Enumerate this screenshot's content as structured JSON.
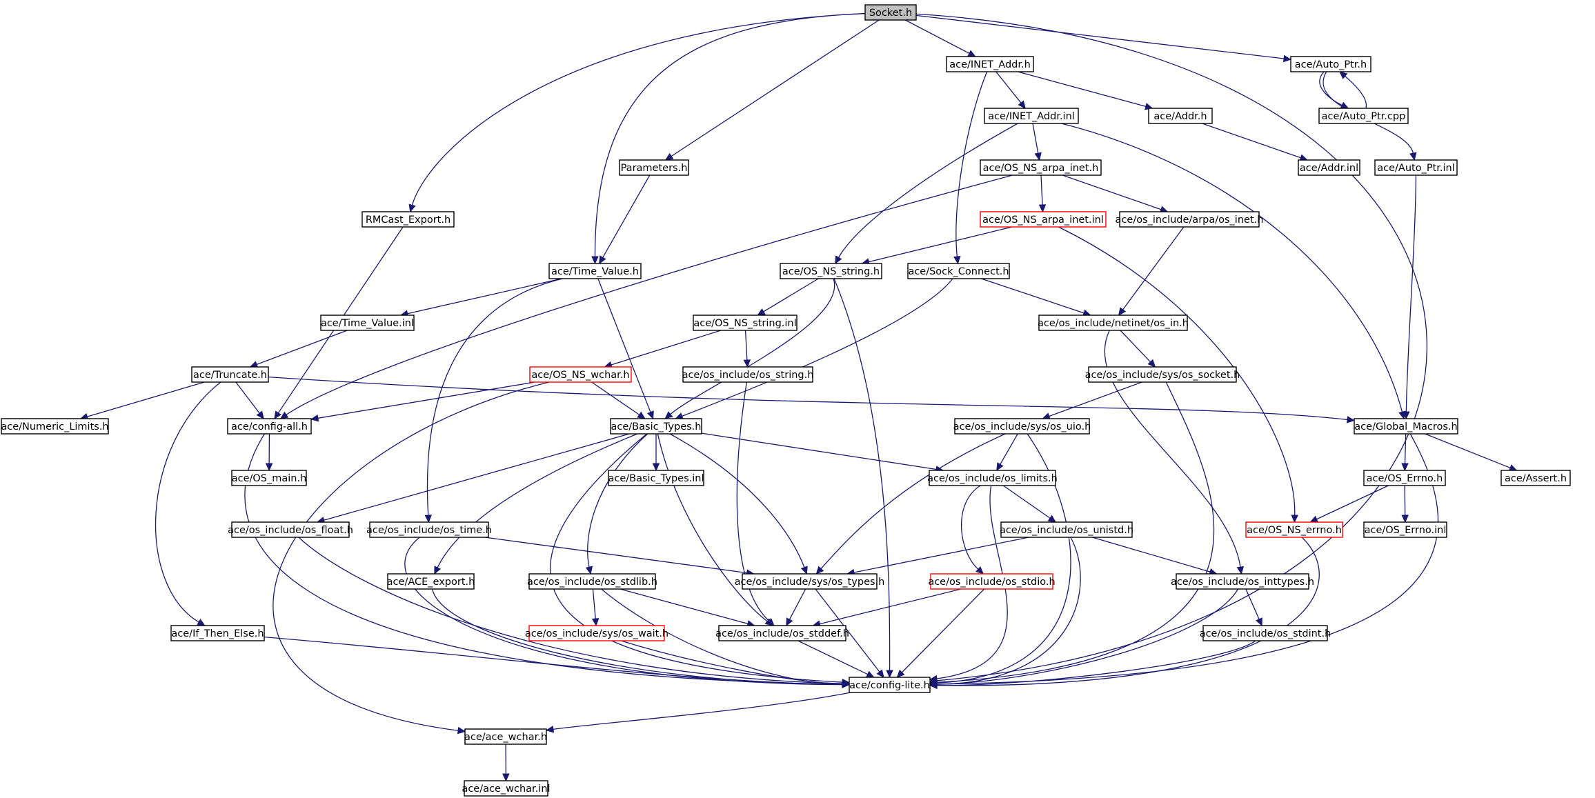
{
  "colors": {
    "edge": "#191970",
    "node_border": "#000000",
    "node_border_truncated": "#ff0000",
    "root_fill": "#bfbfbf",
    "node_fill": "#ffffff"
  },
  "nodes": [
    {
      "id": "socket_h",
      "label": "Socket.h"
    },
    {
      "id": "inet_addr_h",
      "label": "ace/INET_Addr.h"
    },
    {
      "id": "auto_ptr_h",
      "label": "ace/Auto_Ptr.h"
    },
    {
      "id": "inet_addr_inl",
      "label": "ace/INET_Addr.inl"
    },
    {
      "id": "addr_h",
      "label": "ace/Addr.h"
    },
    {
      "id": "auto_ptr_cpp",
      "label": "ace/Auto_Ptr.cpp"
    },
    {
      "id": "parameters_h",
      "label": "Parameters.h"
    },
    {
      "id": "os_ns_arpa_inet_h",
      "label": "ace/OS_NS_arpa_inet.h"
    },
    {
      "id": "addr_inl",
      "label": "ace/Addr.inl"
    },
    {
      "id": "auto_ptr_inl",
      "label": "ace/Auto_Ptr.inl"
    },
    {
      "id": "rmcast_export_h",
      "label": "RMCast_Export.h"
    },
    {
      "id": "os_ns_arpa_inet_inl",
      "label": "ace/OS_NS_arpa_inet.inl"
    },
    {
      "id": "arpa_os_inet_h",
      "label": "ace/os_include/arpa/os_inet.h"
    },
    {
      "id": "time_value_h",
      "label": "ace/Time_Value.h"
    },
    {
      "id": "os_ns_string_h",
      "label": "ace/OS_NS_string.h"
    },
    {
      "id": "sock_connect_h",
      "label": "ace/Sock_Connect.h"
    },
    {
      "id": "time_value_inl",
      "label": "ace/Time_Value.inl"
    },
    {
      "id": "os_ns_string_inl",
      "label": "ace/OS_NS_string.inl"
    },
    {
      "id": "netinet_os_in_h",
      "label": "ace/os_include/netinet/os_in.h"
    },
    {
      "id": "truncate_h",
      "label": "ace/Truncate.h"
    },
    {
      "id": "os_ns_wchar_h",
      "label": "ace/OS_NS_wchar.h"
    },
    {
      "id": "os_string_h",
      "label": "ace/os_include/os_string.h"
    },
    {
      "id": "sys_os_socket_h",
      "label": "ace/os_include/sys/os_socket.h"
    },
    {
      "id": "numeric_limits_h",
      "label": "ace/Numeric_Limits.h"
    },
    {
      "id": "config_all_h",
      "label": "ace/config-all.h"
    },
    {
      "id": "basic_types_h",
      "label": "ace/Basic_Types.h"
    },
    {
      "id": "sys_os_uio_h",
      "label": "ace/os_include/sys/os_uio.h"
    },
    {
      "id": "global_macros_h",
      "label": "ace/Global_Macros.h"
    },
    {
      "id": "os_main_h",
      "label": "ace/OS_main.h"
    },
    {
      "id": "basic_types_inl",
      "label": "ace/Basic_Types.inl"
    },
    {
      "id": "os_limits_h",
      "label": "ace/os_include/os_limits.h"
    },
    {
      "id": "os_errno_h",
      "label": "ace/OS_Errno.h"
    },
    {
      "id": "assert_h",
      "label": "ace/Assert.h"
    },
    {
      "id": "os_float_h",
      "label": "ace/os_include/os_float.h"
    },
    {
      "id": "os_time_h",
      "label": "ace/os_include/os_time.h"
    },
    {
      "id": "os_unistd_h",
      "label": "ace/os_include/os_unistd.h"
    },
    {
      "id": "os_ns_errno_h",
      "label": "ace/OS_NS_errno.h"
    },
    {
      "id": "os_errno_inl",
      "label": "ace/OS_Errno.inl"
    },
    {
      "id": "ace_export_h",
      "label": "ace/ACE_export.h"
    },
    {
      "id": "os_stdlib_h",
      "label": "ace/os_include/os_stdlib.h"
    },
    {
      "id": "sys_os_types_h",
      "label": "ace/os_include/sys/os_types.h"
    },
    {
      "id": "os_stdio_h",
      "label": "ace/os_include/os_stdio.h"
    },
    {
      "id": "os_inttypes_h",
      "label": "ace/os_include/os_inttypes.h"
    },
    {
      "id": "if_then_else_h",
      "label": "ace/If_Then_Else.h"
    },
    {
      "id": "sys_os_wait_h",
      "label": "ace/os_include/sys/os_wait.h"
    },
    {
      "id": "os_stddef_h",
      "label": "ace/os_include/os_stddef.h"
    },
    {
      "id": "os_stdint_h",
      "label": "ace/os_include/os_stdint.h"
    },
    {
      "id": "config_lite_h",
      "label": "ace/config-lite.h"
    },
    {
      "id": "ace_wchar_h",
      "label": "ace/ace_wchar.h"
    },
    {
      "id": "ace_wchar_inl",
      "label": "ace/ace_wchar.inl"
    }
  ],
  "edges": [
    [
      "socket_h",
      "inet_addr_h"
    ],
    [
      "socket_h",
      "auto_ptr_h"
    ],
    [
      "socket_h",
      "parameters_h"
    ],
    [
      "socket_h",
      "rmcast_export_h"
    ],
    [
      "socket_h",
      "time_value_h"
    ],
    [
      "socket_h",
      "config_lite_h"
    ],
    [
      "inet_addr_h",
      "inet_addr_inl"
    ],
    [
      "inet_addr_h",
      "addr_h"
    ],
    [
      "inet_addr_h",
      "sock_connect_h"
    ],
    [
      "auto_ptr_h",
      "auto_ptr_cpp"
    ],
    [
      "auto_ptr_cpp",
      "auto_ptr_h"
    ],
    [
      "auto_ptr_h",
      "auto_ptr_inl"
    ],
    [
      "inet_addr_inl",
      "os_ns_arpa_inet_h"
    ],
    [
      "inet_addr_inl",
      "os_ns_string_h"
    ],
    [
      "inet_addr_inl",
      "global_macros_h"
    ],
    [
      "addr_h",
      "addr_inl"
    ],
    [
      "auto_ptr_inl",
      "global_macros_h"
    ],
    [
      "parameters_h",
      "time_value_h"
    ],
    [
      "rmcast_export_h",
      "config_all_h"
    ],
    [
      "os_ns_arpa_inet_h",
      "os_ns_arpa_inet_inl"
    ],
    [
      "os_ns_arpa_inet_h",
      "arpa_os_inet_h"
    ],
    [
      "os_ns_arpa_inet_h",
      "config_all_h"
    ],
    [
      "os_ns_arpa_inet_inl",
      "os_ns_string_h"
    ],
    [
      "os_ns_arpa_inet_inl",
      "os_ns_errno_h"
    ],
    [
      "arpa_os_inet_h",
      "netinet_os_in_h"
    ],
    [
      "time_value_h",
      "time_value_inl"
    ],
    [
      "time_value_h",
      "basic_types_h"
    ],
    [
      "time_value_h",
      "os_time_h"
    ],
    [
      "os_ns_string_h",
      "os_ns_string_inl"
    ],
    [
      "os_ns_string_h",
      "basic_types_h"
    ],
    [
      "os_ns_string_h",
      "config_lite_h"
    ],
    [
      "sock_connect_h",
      "netinet_os_in_h"
    ],
    [
      "sock_connect_h",
      "basic_types_h"
    ],
    [
      "time_value_inl",
      "truncate_h"
    ],
    [
      "os_ns_string_inl",
      "os_ns_wchar_h"
    ],
    [
      "os_ns_string_inl",
      "os_string_h"
    ],
    [
      "netinet_os_in_h",
      "sys_os_socket_h"
    ],
    [
      "netinet_os_in_h",
      "os_inttypes_h"
    ],
    [
      "truncate_h",
      "numeric_limits_h"
    ],
    [
      "truncate_h",
      "config_all_h"
    ],
    [
      "truncate_h",
      "global_macros_h"
    ],
    [
      "truncate_h",
      "if_then_else_h"
    ],
    [
      "os_ns_wchar_h",
      "basic_types_h"
    ],
    [
      "os_ns_wchar_h",
      "config_all_h"
    ],
    [
      "os_ns_wchar_h",
      "ace_wchar_h"
    ],
    [
      "os_string_h",
      "os_stddef_h"
    ],
    [
      "sys_os_socket_h",
      "sys_os_uio_h"
    ],
    [
      "sys_os_socket_h",
      "config_lite_h"
    ],
    [
      "config_all_h",
      "os_main_h"
    ],
    [
      "config_all_h",
      "config_lite_h"
    ],
    [
      "basic_types_h",
      "basic_types_inl"
    ],
    [
      "basic_types_h",
      "os_limits_h"
    ],
    [
      "basic_types_h",
      "os_float_h"
    ],
    [
      "basic_types_h",
      "ace_export_h"
    ],
    [
      "basic_types_h",
      "os_stdlib_h"
    ],
    [
      "basic_types_h",
      "sys_os_types_h"
    ],
    [
      "basic_types_h",
      "os_stddef_h"
    ],
    [
      "basic_types_h",
      "config_lite_h"
    ],
    [
      "sys_os_uio_h",
      "os_limits_h"
    ],
    [
      "sys_os_uio_h",
      "sys_os_types_h"
    ],
    [
      "sys_os_uio_h",
      "config_lite_h"
    ],
    [
      "global_macros_h",
      "os_errno_h"
    ],
    [
      "global_macros_h",
      "assert_h"
    ],
    [
      "global_macros_h",
      "config_lite_h"
    ],
    [
      "os_limits_h",
      "os_unistd_h"
    ],
    [
      "os_limits_h",
      "os_stdio_h"
    ],
    [
      "os_limits_h",
      "config_lite_h"
    ],
    [
      "os_errno_h",
      "os_ns_errno_h"
    ],
    [
      "os_errno_h",
      "os_errno_inl"
    ],
    [
      "os_float_h",
      "config_lite_h"
    ],
    [
      "os_time_h",
      "sys_os_types_h"
    ],
    [
      "os_time_h",
      "config_lite_h"
    ],
    [
      "os_unistd_h",
      "sys_os_types_h"
    ],
    [
      "os_unistd_h",
      "os_inttypes_h"
    ],
    [
      "os_unistd_h",
      "config_lite_h"
    ],
    [
      "os_ns_errno_h",
      "config_lite_h"
    ],
    [
      "ace_export_h",
      "config_lite_h"
    ],
    [
      "os_stdlib_h",
      "sys_os_wait_h"
    ],
    [
      "os_stdlib_h",
      "os_stddef_h"
    ],
    [
      "os_stdlib_h",
      "config_lite_h"
    ],
    [
      "sys_os_types_h",
      "os_stddef_h"
    ],
    [
      "sys_os_types_h",
      "config_lite_h"
    ],
    [
      "os_stdio_h",
      "os_stddef_h"
    ],
    [
      "os_stdio_h",
      "config_lite_h"
    ],
    [
      "os_inttypes_h",
      "os_stdint_h"
    ],
    [
      "os_inttypes_h",
      "config_lite_h"
    ],
    [
      "if_then_else_h",
      "config_lite_h"
    ],
    [
      "sys_os_wait_h",
      "config_lite_h"
    ],
    [
      "os_stddef_h",
      "config_lite_h"
    ],
    [
      "os_stdint_h",
      "config_lite_h"
    ],
    [
      "config_lite_h",
      "ace_wchar_h"
    ],
    [
      "ace_wchar_h",
      "ace_wchar_inl"
    ]
  ]
}
